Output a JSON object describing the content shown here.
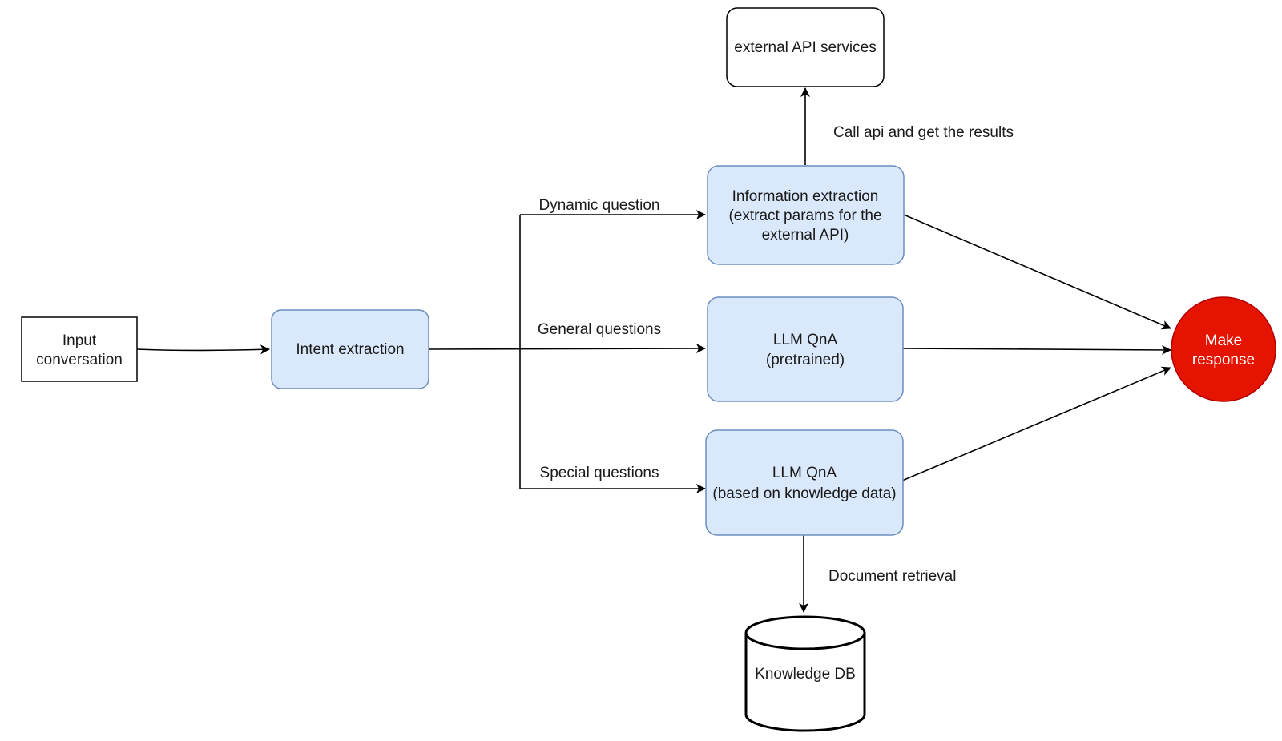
{
  "colors": {
    "node_fill": "#dae8fc",
    "node_stroke": "#6c8ebf",
    "response_fill": "#e51400",
    "response_stroke": "#b20000",
    "response_text": "#ffffff"
  },
  "nodes": {
    "input": {
      "line1": "Input",
      "line2": "conversation"
    },
    "intent": {
      "label": "Intent extraction"
    },
    "info": {
      "line1": "Information extraction",
      "line2": "(extract params for the",
      "line3": "external API)"
    },
    "llm_pretrained": {
      "line1": "LLM QnA",
      "line2": "(pretrained)"
    },
    "llm_knowledge": {
      "line1": "LLM QnA",
      "line2": "(based on knowledge data)"
    },
    "external_api": {
      "label": "external API services"
    },
    "knowledge_db": {
      "label": "Knowledge DB"
    },
    "response": {
      "line1": "Make",
      "line2": "response"
    }
  },
  "edge_labels": {
    "dynamic": "Dynamic question",
    "general": "General questions",
    "special": "Special questions",
    "call_api": "Call api and get the results",
    "doc_retrieval": "Document retrieval"
  }
}
